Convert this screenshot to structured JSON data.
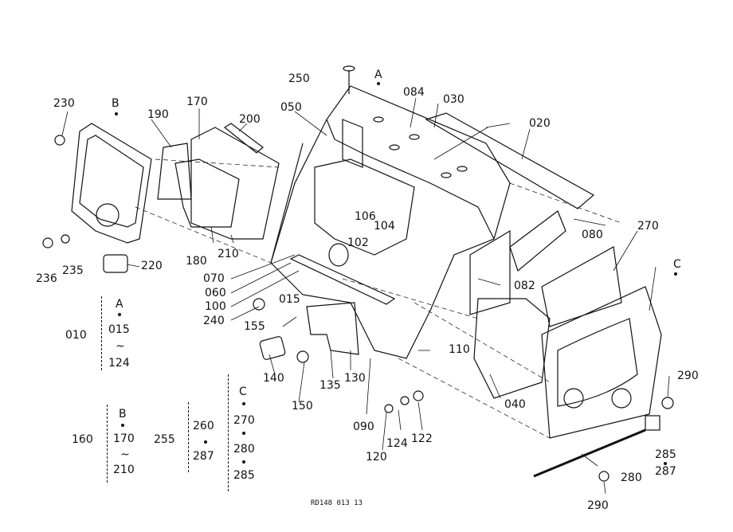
{
  "diagram": {
    "drawing_code": "RD148 013 13",
    "ref_markers": {
      "a": "A",
      "b": "B",
      "c": "C"
    },
    "part_numbers": {
      "p020": "020",
      "p030": "030",
      "p040": "040",
      "p050": "050",
      "p060": "060",
      "p070": "070",
      "p080": "080",
      "p082": "082",
      "p084": "084",
      "p090": "090",
      "p100": "100",
      "p102": "102",
      "p104": "104",
      "p106": "106",
      "p110": "110",
      "p120": "120",
      "p122": "122",
      "p124": "124",
      "p130": "130",
      "p135": "135",
      "p140": "140",
      "p150": "150",
      "p155": "155",
      "p170": "170",
      "p180": "180",
      "p190": "190",
      "p200": "200",
      "p210": "210",
      "p220": "220",
      "p230": "230",
      "p235": "235",
      "p236": "236",
      "p240": "240",
      "p250": "250",
      "p270": "270",
      "p280": "280",
      "p285": "285",
      "p287": "287",
      "p290a": "290",
      "p290b": "290",
      "p015": "015"
    },
    "groups": {
      "g010": {
        "code": "010",
        "marker": "A",
        "from": "015",
        "tilde": "~",
        "to": "124"
      },
      "g160": {
        "code": "160",
        "marker": "B",
        "from": "170",
        "tilde": "~",
        "to": "210"
      },
      "g255": {
        "code": "255",
        "left_top": "260",
        "left_bottom": "287",
        "marker": "C",
        "c1": "270",
        "c2": "280",
        "c3": "285"
      }
    },
    "colors": {
      "line": "#111111",
      "background": "#ffffff"
    }
  }
}
